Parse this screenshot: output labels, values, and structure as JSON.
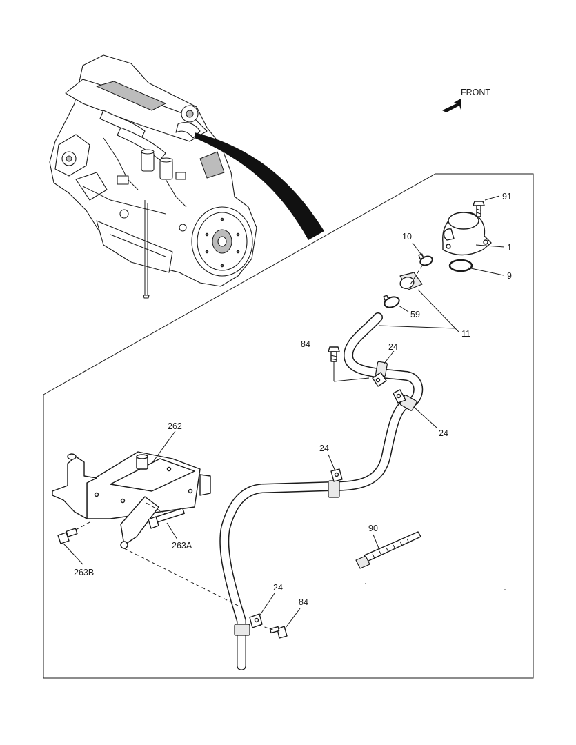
{
  "front_label": "FRONT",
  "callouts": {
    "c91": "91",
    "c1": "1",
    "c10": "10",
    "c9": "9",
    "c59": "59",
    "c11": "11",
    "c84_top": "84",
    "c24_a": "24",
    "c24_b": "24",
    "c24_c": "24",
    "c24_d": "24",
    "c262": "262",
    "c263A": "263A",
    "c263B": "263B",
    "c90": "90",
    "c84_bottom": "84"
  }
}
